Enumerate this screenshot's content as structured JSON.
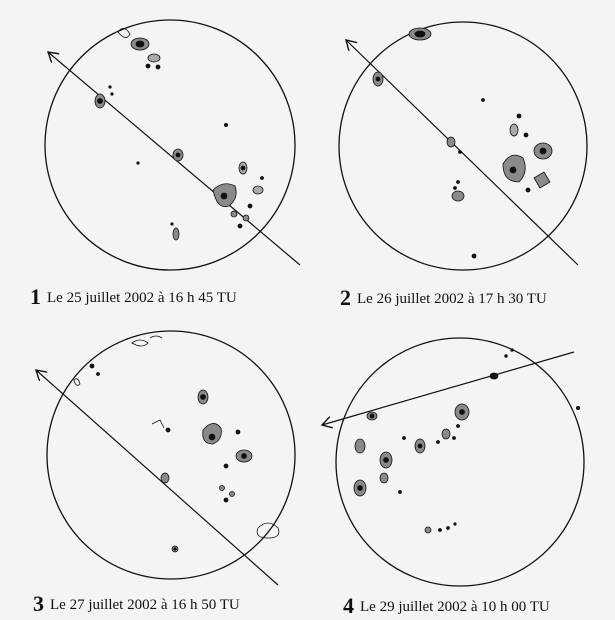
{
  "panels": [
    {
      "number": "1",
      "caption": "Le 25 juillet 2002 à 16 h 45 TU"
    },
    {
      "number": "2",
      "caption": "Le 26 juillet 2002 à 17 h 30 TU"
    },
    {
      "number": "3",
      "caption": "Le 27 juillet 2002 à 16 h 50 TU"
    },
    {
      "number": "4",
      "caption": "Le 29 juillet 2002 à 10 h 00 TU"
    }
  ],
  "colors": {
    "ink": "#111111",
    "penumbra": "#8a8a8a",
    "paper": "#f4f4f2"
  }
}
